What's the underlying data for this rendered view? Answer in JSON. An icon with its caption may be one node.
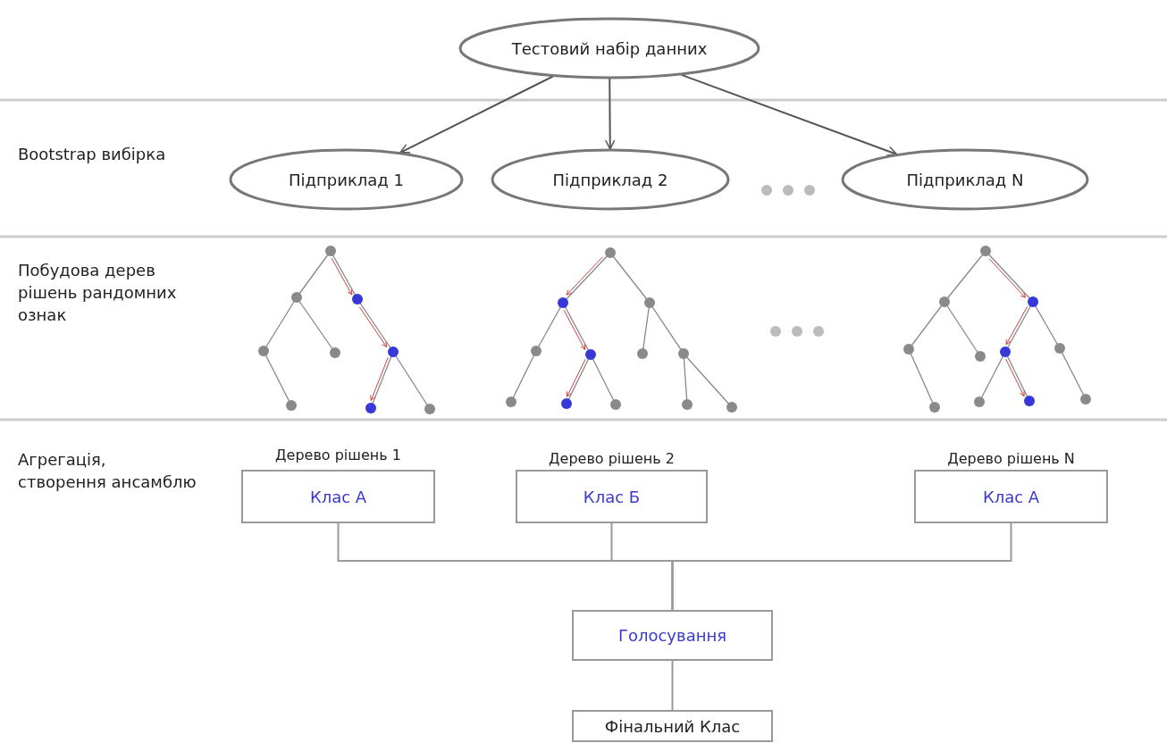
{
  "diagram": {
    "nodes": [
      {
        "text": [
          "Тестовий набір данних"
        ]
      },
      {
        "text": [
          "Підприклад 1"
        ]
      },
      {
        "text": [
          "Підприклад 2"
        ]
      },
      {
        "text": [
          "Підприклад N"
        ]
      },
      {
        "text": [
          "Дерево рішень 1",
          "Клас А"
        ]
      },
      {
        "text": [
          "Дерево рішень 2",
          "Клас Б"
        ]
      },
      {
        "text": [
          "Дерево рішень N",
          "Клас А"
        ]
      },
      {
        "text": [
          "Голосування"
        ]
      },
      {
        "text": [
          "Фінальний Клас"
        ]
      }
    ],
    "edges": [
      {
        "from": 0,
        "to": 1,
        "arrow": "to"
      },
      {
        "from": 0,
        "to": 2,
        "arrow": "to"
      },
      {
        "from": 0,
        "to": 3,
        "arrow": "to"
      },
      {
        "from": 4,
        "to": 7,
        "arrow": "none"
      },
      {
        "from": 5,
        "to": 7,
        "arrow": "none"
      },
      {
        "from": 6,
        "to": 7,
        "arrow": "none"
      },
      {
        "from": 7,
        "to": 8,
        "arrow": "none"
      }
    ],
    "labels": [
      "Bootstrap вибірка",
      "Побудова дерев рішень рандомних ознак",
      "Агрегація, створення ансамблю"
    ]
  }
}
